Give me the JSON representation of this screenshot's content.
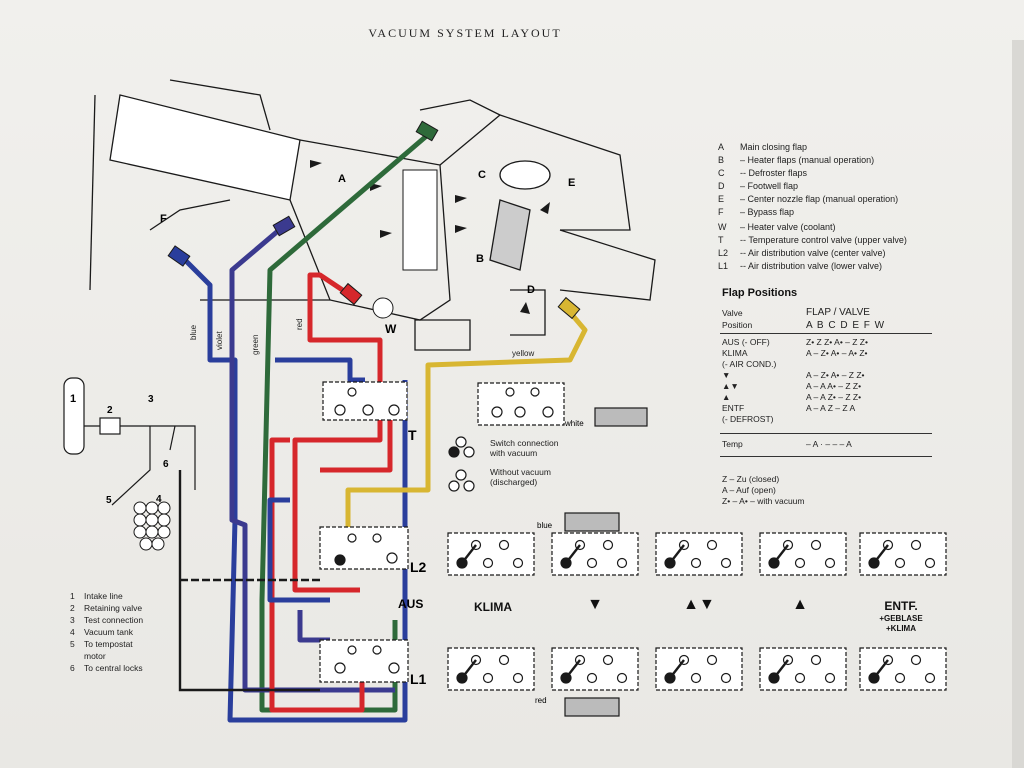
{
  "title": "VACUUM SYSTEM LAYOUT",
  "legend": [
    {
      "key": "A",
      "text": "Main closing flap"
    },
    {
      "key": "B",
      "text": "– Heater flaps (manual operation)"
    },
    {
      "key": "C",
      "text": "-- Defroster flaps"
    },
    {
      "key": "D",
      "text": "– Footwell flap"
    },
    {
      "key": "E",
      "text": "– Center nozzle flap (manual operation)"
    },
    {
      "key": "F",
      "text": "– Bypass flap"
    },
    {
      "key": "W",
      "text": "– Heater valve (coolant)"
    },
    {
      "key": "T",
      "text": "-- Temperature control valve (upper valve)"
    },
    {
      "key": "L2",
      "text": "-- Air distribution valve (center valve)"
    },
    {
      "key": "L1",
      "text": "-- Air distribution valve (lower valve)"
    }
  ],
  "flap_positions": {
    "title": "Flap Positions",
    "col_header_1a": "Valve",
    "col_header_1b": "Position",
    "col_header_2": "FLAP / VALVE",
    "col_letters": "A B C D E F W",
    "rows": [
      {
        "pos": "AUS (- OFF)",
        "vals": "Z• Z  Z• A•  –  Z  Z•"
      },
      {
        "pos": "KLIMA",
        "vals": "A  –  Z• A•  –  A• Z•"
      },
      {
        "pos": "(- AIR COND.)",
        "vals": ""
      },
      {
        "pos": "▼",
        "vals": "A  –  Z• A•  –  Z  Z•"
      },
      {
        "pos": "▲▼",
        "vals": "A  –  A  A•  –  Z  Z•"
      },
      {
        "pos": "▲",
        "vals": "A  –  A  Z•  –  Z  Z•"
      },
      {
        "pos": "ENTF",
        "vals": "A  –  A  Z  –  Z  A"
      },
      {
        "pos": "(- DEFROST)",
        "vals": ""
      },
      {
        "pos": "Temp",
        "vals": "–  A  ·  –  –  –  A"
      }
    ],
    "notes": [
      "Z – Zu (closed)",
      "A – Auf (open)",
      "Z• – A• – with vacuum"
    ]
  },
  "diagram_labels": {
    "A": "A",
    "B": "B",
    "C": "C",
    "D": "D",
    "E": "E",
    "F": "F",
    "W": "W",
    "T": "T",
    "L2": "L2",
    "L1": "L1",
    "AUS": "AUS",
    "wire_blue": "blue",
    "wire_violet": "violet",
    "wire_green": "green",
    "wire_red": "red",
    "wire_yellow": "yellow",
    "tag_white": "white",
    "tag_blue": "blue",
    "tag_red": "red"
  },
  "switch_key": {
    "with_vacuum": "Switch connection\nwith vacuum",
    "without_vacuum": "Without vacuum\n(discharged)"
  },
  "modes": [
    {
      "label": "KLIMA"
    },
    {
      "label": "▼"
    },
    {
      "label": "▲▼"
    },
    {
      "label": "▲"
    },
    {
      "label": "ENTF.",
      "sub1": "+GEBLASE",
      "sub2": "+KLIMA"
    }
  ],
  "parts": [
    {
      "num": "1",
      "text": "Intake line"
    },
    {
      "num": "2",
      "text": "Retaining valve"
    },
    {
      "num": "3",
      "text": "Test connection"
    },
    {
      "num": "4",
      "text": "Vacuum tank"
    },
    {
      "num": "5",
      "text": "To tempostat"
    },
    {
      "num": "",
      "text": "motor"
    },
    {
      "num": "6",
      "text": "To central locks"
    }
  ],
  "colors": {
    "blue": "#2a3e9c",
    "violet": "#3b3a8f",
    "green": "#2e6a3a",
    "red": "#d6272b",
    "yellow": "#d8b632",
    "ink": "#1a1a1a"
  }
}
